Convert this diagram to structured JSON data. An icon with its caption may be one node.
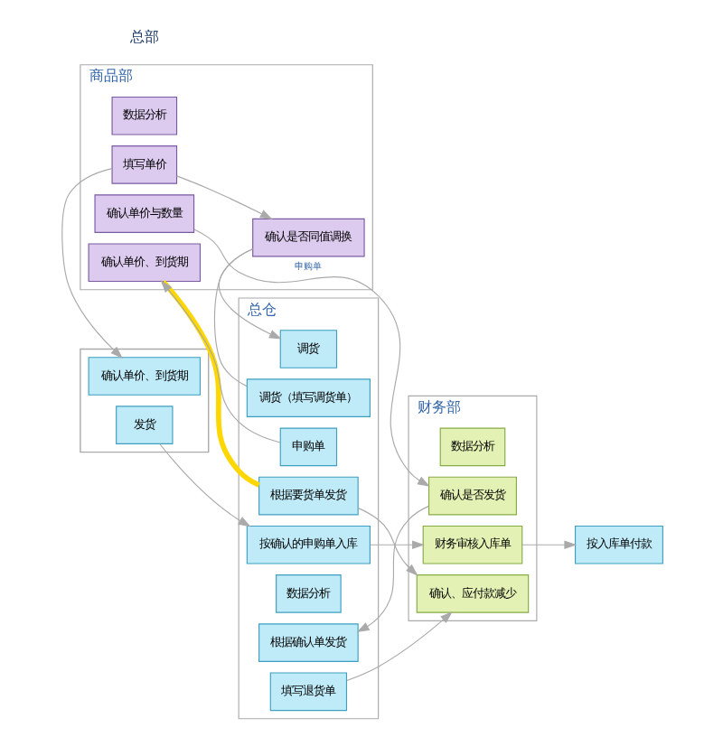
{
  "diagram": {
    "nodes": [
      {
        "text": [
          "商品部"
        ]
      },
      {
        "text": [
          "数据分析"
        ],
        "in": 0
      },
      {
        "text": [
          "确认单价与数量"
        ],
        "in": 0
      },
      {
        "text": [
          "确认是否同值调换"
        ],
        "in": 0
      },
      {
        "text": [
          "确认单价、到货期"
        ],
        "in": 0
      },
      {
        "text": [
          "填写单价"
        ],
        "in": 0
      },
      {
        "text": [
          "总仓"
        ]
      },
      {
        "text": [
          "申购单"
        ],
        "in": 6
      },
      {
        "text": [
          "根据确认单发货"
        ],
        "in": 6
      },
      {
        "text": [
          "根据要货单发货"
        ],
        "in": 6
      },
      {
        "text": [
          "调货（填写调货单）"
        ],
        "in": 6
      },
      {
        "text": [
          "调货"
        ],
        "in": 6
      },
      {
        "text": [
          "数据分析"
        ],
        "in": 6
      },
      {
        "text": [
          "按确认的申购单入库"
        ],
        "in": 6
      },
      {
        "text": [
          "填写退货单"
        ],
        "in": 6
      },
      {
        "text": [
          "财务部"
        ]
      },
      {
        "text": [
          "数据分析"
        ],
        "in": 15
      },
      {
        "text": [
          "确认是否发货"
        ],
        "in": 15
      },
      {
        "text": [
          "确认、应付款减少"
        ],
        "in": 15
      },
      {
        "text": [
          "财务审核入库单"
        ],
        "in": 15
      },
      {
        "text": [],
        "shape": "box"
      },
      {
        "text": [
          "确认单价、到货期"
        ],
        "in": 20
      },
      {
        "text": [
          "发货"
        ],
        "in": 20
      },
      {
        "text": [
          "按入库单付款"
        ]
      }
    ],
    "edges": [
      {
        "from": 7,
        "to": 4,
        "arrow": "to"
      },
      {
        "from": 2,
        "to": 17,
        "arrow": "to",
        "label": "申购单"
      },
      {
        "from": 5,
        "to": 3,
        "arrow": "to"
      },
      {
        "from": 4,
        "to": 9,
        "arrow": "none",
        "style": "thick",
        "color": "#ffd700"
      },
      {
        "from": 17,
        "to": 8,
        "arrow": "to"
      },
      {
        "from": 3,
        "to": 11,
        "arrow": "to"
      },
      {
        "from": 9,
        "to": 18,
        "arrow": "to"
      },
      {
        "from": 14,
        "to": 18,
        "arrow": "to"
      },
      {
        "from": 10,
        "to": 3,
        "arrow": "none"
      },
      {
        "from": 5,
        "to": 21,
        "arrow": "to"
      },
      {
        "from": 13,
        "to": 19,
        "arrow": "to"
      },
      {
        "from": 19,
        "to": 23,
        "arrow": "to"
      },
      {
        "from": 22,
        "to": 13,
        "arrow": "to"
      }
    ],
    "labels": [
      "总部"
    ]
  }
}
